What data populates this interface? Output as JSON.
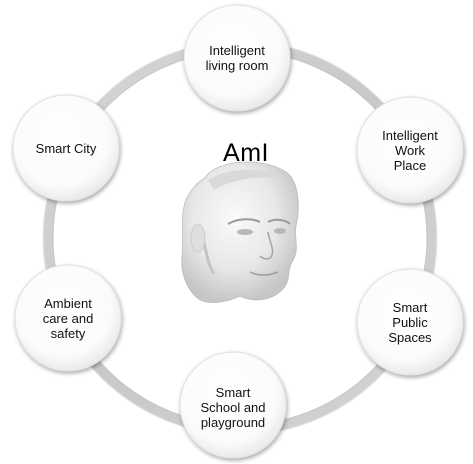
{
  "diagram": {
    "center_title": "AmI",
    "center_image": "face-3d-render",
    "nodes": [
      {
        "id": "living-room",
        "label": "Intelligent\nliving room"
      },
      {
        "id": "work-place",
        "label": "Intelligent\nWork\nPlace"
      },
      {
        "id": "public-spaces",
        "label": "Smart\nPublic\nSpaces"
      },
      {
        "id": "school",
        "label": "Smart\nSchool and\nplayground"
      },
      {
        "id": "ambient-care",
        "label": "Ambient\ncare and\nsafety"
      },
      {
        "id": "smart-city",
        "label": "Smart City"
      }
    ]
  }
}
